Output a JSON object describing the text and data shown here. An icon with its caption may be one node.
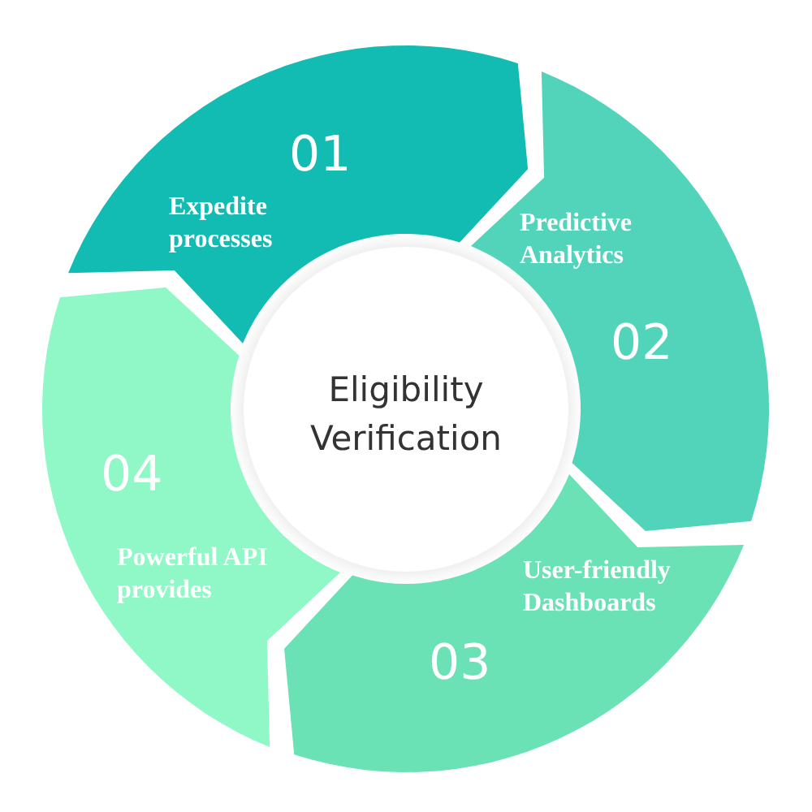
{
  "diagram": {
    "nodes": [
      {
        "text": [
          "Eligibility Verification"
        ]
      },
      {
        "text": [
          "01",
          "Expedite processes"
        ]
      },
      {
        "text": [
          "Predictive Analytics",
          "02"
        ]
      },
      {
        "text": [
          "User-friendly Dashboards",
          "03"
        ]
      },
      {
        "text": [
          "04",
          "Powerful API provides"
        ]
      }
    ]
  }
}
